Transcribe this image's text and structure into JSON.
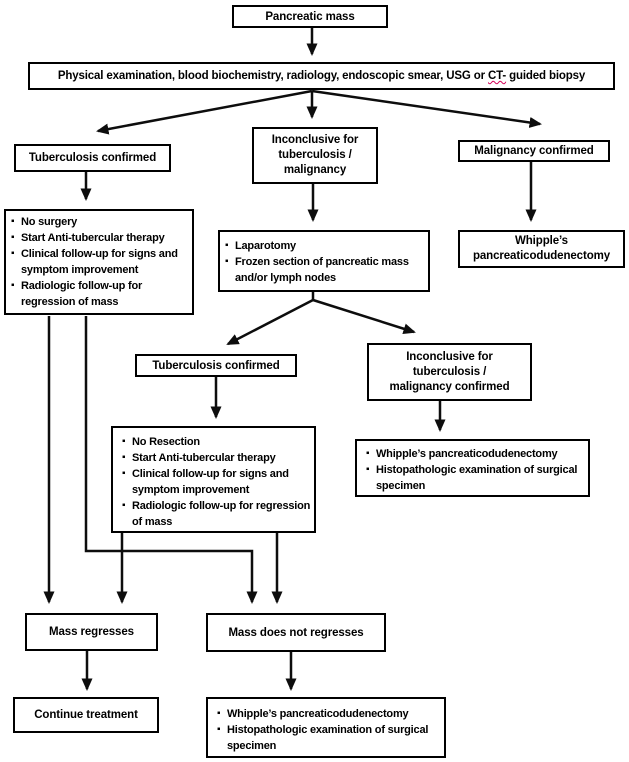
{
  "diagram": {
    "type": "flowchart",
    "colors": {
      "background": "#ffffff",
      "box_border": "#000000",
      "text": "#000000",
      "arrow": "#0d0d0d",
      "spellcheck_underline": "#d40057"
    },
    "nodes": {
      "pancreatic_mass": {
        "label": "Pancreatic mass"
      },
      "workup": {
        "text_before": "Physical examination, blood biochemistry, radiology, endoscopic smear, USG or ",
        "spellcheck_word": "CT-",
        "text_after": " guided biopsy"
      },
      "tb_confirmed_1": {
        "label": "Tuberculosis confirmed"
      },
      "inconclusive_1": {
        "label": "Inconclusive for\ntuberculosis /\nmalignancy"
      },
      "malignancy_confirmed": {
        "label": "Malignancy confirmed"
      },
      "no_surgery": {
        "items": [
          "No surgery",
          "Start Anti-tubercular therapy",
          "Clinical follow-up for signs and symptom improvement",
          "Radiologic follow-up for regression of mass"
        ]
      },
      "laparotomy": {
        "items": [
          "Laparotomy",
          "Frozen section of pancreatic mass and/or lymph nodes"
        ]
      },
      "whipples_1": {
        "label": "Whipple’s\npancreaticodudenectomy"
      },
      "tb_confirmed_2": {
        "label": "Tuberculosis confirmed"
      },
      "inconclusive_2": {
        "label": "Inconclusive for\ntuberculosis /\nmalignancy confirmed"
      },
      "no_resection": {
        "items": [
          "No Resection",
          "Start Anti-tubercular therapy",
          "Clinical follow-up for signs and symptom improvement",
          "Radiologic follow-up for regression of mass"
        ]
      },
      "whipples_histo_1": {
        "items": [
          "Whipple’s pancreaticodudenectomy",
          "Histopathologic examination of surgical specimen"
        ]
      },
      "mass_regresses": {
        "label": "Mass regresses"
      },
      "mass_not_regresses": {
        "label": "Mass does not regresses"
      },
      "continue_treatment": {
        "label": "Continue treatment"
      },
      "whipples_histo_2": {
        "items": [
          "Whipple’s pancreaticodudenectomy",
          "Histopathologic examination of surgical specimen"
        ]
      }
    },
    "edges": [
      {
        "from": "pancreatic_mass",
        "to": "workup"
      },
      {
        "from": "workup",
        "to": "tb_confirmed_1"
      },
      {
        "from": "workup",
        "to": "inconclusive_1"
      },
      {
        "from": "workup",
        "to": "malignancy_confirmed"
      },
      {
        "from": "tb_confirmed_1",
        "to": "no_surgery"
      },
      {
        "from": "inconclusive_1",
        "to": "laparotomy"
      },
      {
        "from": "malignancy_confirmed",
        "to": "whipples_1"
      },
      {
        "from": "laparotomy",
        "to": "tb_confirmed_2"
      },
      {
        "from": "laparotomy",
        "to": "inconclusive_2"
      },
      {
        "from": "tb_confirmed_2",
        "to": "no_resection"
      },
      {
        "from": "inconclusive_2",
        "to": "whipples_histo_1"
      },
      {
        "from": "no_surgery",
        "to": "mass_regresses"
      },
      {
        "from": "no_surgery",
        "to": "mass_not_regresses"
      },
      {
        "from": "no_resection",
        "to": "mass_regresses"
      },
      {
        "from": "no_resection",
        "to": "mass_not_regresses"
      },
      {
        "from": "mass_regresses",
        "to": "continue_treatment"
      },
      {
        "from": "mass_not_regresses",
        "to": "whipples_histo_2"
      }
    ]
  }
}
